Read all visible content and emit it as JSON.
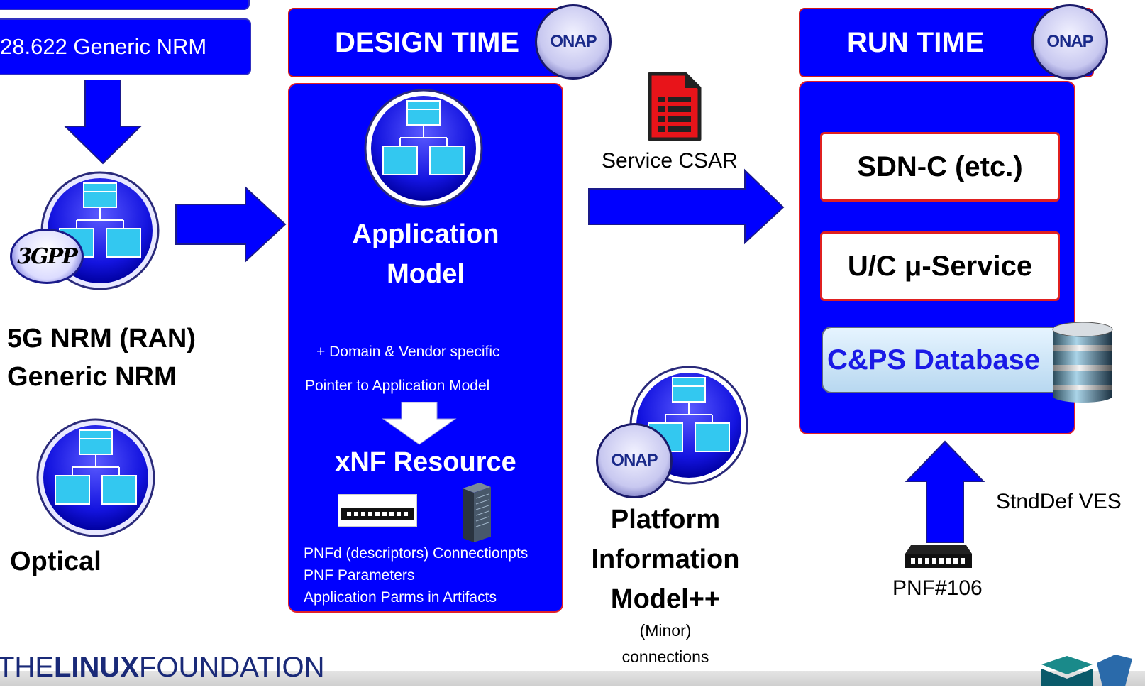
{
  "left": {
    "nrm_label": "28.622 Generic NRM",
    "ran_line1": "5G NRM (RAN)",
    "ran_line2": "Generic NRM",
    "optical": "Optical",
    "threegpp_logo": "3GPP"
  },
  "design": {
    "header": "DESIGN TIME",
    "onap_logo": "ONAP",
    "app_model_line1": "Application",
    "app_model_line2": "Model",
    "domain_vendor": "+ Domain & Vendor specific",
    "pointer": "Pointer to Application Model",
    "xnf": "xNF Resource",
    "pnfd": "PNFd (descriptors) Connectionpts",
    "pnf_params": "PNF Parameters",
    "app_parms": "Application Parms in Artifacts"
  },
  "middle": {
    "service_csar": "Service CSAR",
    "platform_line1": "Platform",
    "platform_line2": "Information",
    "platform_line3": "Model++",
    "minor": "(Minor)",
    "connections": "connections",
    "onap_logo": "ONAP"
  },
  "run": {
    "header": "RUN TIME",
    "onap_logo": "ONAP",
    "sdnc": "SDN-C (etc.)",
    "uc": "U/C μ-Service",
    "db": "C&PS Database",
    "stnddef": "StndDef VES",
    "pnf": "PNF#106"
  },
  "footer": {
    "linux_the": "THE",
    "linux_linux": "LINUX",
    "linux_foundation": "FOUNDATION"
  },
  "colors": {
    "box_blue": "#0000ff",
    "border_red": "#e0202a",
    "icon_cyan": "#33c8f0",
    "db_text": "#1a1ae6"
  }
}
